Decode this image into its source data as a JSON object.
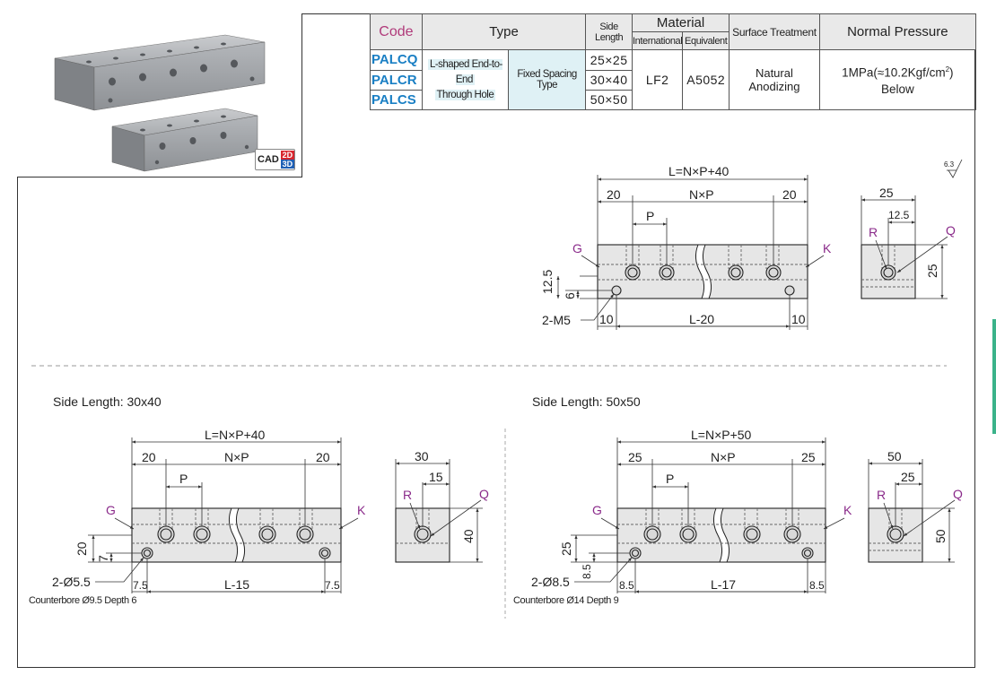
{
  "photo": {
    "cad": "CAD",
    "cad_2d": "2D",
    "cad_3d": "3D"
  },
  "spec_table": {
    "headers": {
      "code": "Code",
      "type": "Type",
      "side_length": "Side Length",
      "material": "Material",
      "international": "International",
      "equivalent": "Equivalent",
      "surface": "Surface Treatment",
      "pressure": "Normal Pressure"
    },
    "codes": [
      "PALCQ",
      "PALCR",
      "PALCS"
    ],
    "type_main_1": "L-shaped End-to-End",
    "type_main_2": "Through Hole",
    "type_fixed": "Fixed Spacing Type",
    "sides": [
      "25×25",
      "30×40",
      "50×50"
    ],
    "international": "LF2",
    "equivalent": "A5052",
    "surface": "Natural Anodizing",
    "pressure_1": "1MPa(≈10.2Kgf/cm",
    "pressure_sup": "2",
    "pressure_close": ")",
    "pressure_2": "Below"
  },
  "roughness": "6.3",
  "d25": {
    "L": "L=N×P+40",
    "NP": "N×P",
    "end_a": "20",
    "end_b": "20",
    "P": "P",
    "G": "G",
    "K": "K",
    "h1": "12.5",
    "h2": "6",
    "holes": "2-M5",
    "b_a": "10",
    "b_mid": "L-20",
    "b_b": "10",
    "side_w": "25",
    "side_half": "12.5",
    "R": "R",
    "Q": "Q",
    "side_h": "25"
  },
  "d30": {
    "title": "Side Length: 30x40",
    "L": "L=N×P+40",
    "NP": "N×P",
    "end_a": "20",
    "end_b": "20",
    "P": "P",
    "G": "G",
    "K": "K",
    "h1": "20",
    "h2": "7",
    "holes": "2-Ø5.5",
    "counterbore": "Counterbore Ø9.5 Depth 6",
    "b_a": "7.5",
    "b_mid": "L-15",
    "b_b": "7.5",
    "side_w": "30",
    "side_half": "15",
    "R": "R",
    "Q": "Q",
    "side_h": "40"
  },
  "d50": {
    "title": "Side Length: 50x50",
    "L": "L=N×P+50",
    "NP": "N×P",
    "end_a": "25",
    "end_b": "25",
    "P": "P",
    "G": "G",
    "K": "K",
    "h1": "25",
    "h2": "8.5",
    "holes": "2-Ø8.5",
    "counterbore": "Counterbore Ø14 Depth 9",
    "b_a": "8.5",
    "b_mid": "L-17",
    "b_b": "8.5",
    "side_w": "50",
    "side_half": "25",
    "R": "R",
    "Q": "Q",
    "side_h": "50"
  }
}
